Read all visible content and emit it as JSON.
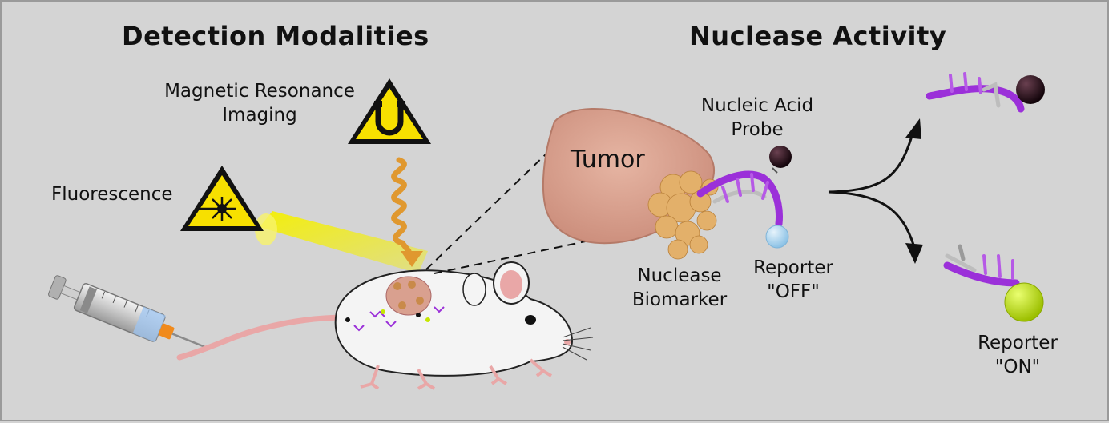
{
  "titles": {
    "left": "Detection Modalities",
    "right": "Nuclease Activity"
  },
  "labels": {
    "mri_line1": "Magnetic Resonance",
    "mri_line2": "Imaging",
    "fluorescence": "Fluorescence",
    "tumor": "Tumor",
    "probe_line1": "Nucleic Acid",
    "probe_line2": "Probe",
    "nuclease_line1": "Nuclease",
    "nuclease_line2": "Biomarker",
    "reporter_off_line1": "Reporter",
    "reporter_off_line2": "\"OFF\"",
    "reporter_on_line1": "Reporter",
    "reporter_on_line2": "\"ON\""
  },
  "colors": {
    "background": "#d4d4d4",
    "warning_yellow": "#f7e000",
    "fluorescence_beam": "#f5f000",
    "mri_wave": "#e8a23a",
    "tumor": "#d9a08f",
    "nuclease": "#e3b06a",
    "probe_strand": "#9b30d9",
    "quencher": "#1a0a10",
    "reporter_off": "#a9d2ee",
    "reporter_on": "#c6e600",
    "mouse_body": "#f4f4f4",
    "mouse_pink": "#e9a7a7",
    "syringe_needle_hub": "#f08a1c"
  },
  "icons": [
    "magnet-warning-icon",
    "laser-warning-icon"
  ]
}
